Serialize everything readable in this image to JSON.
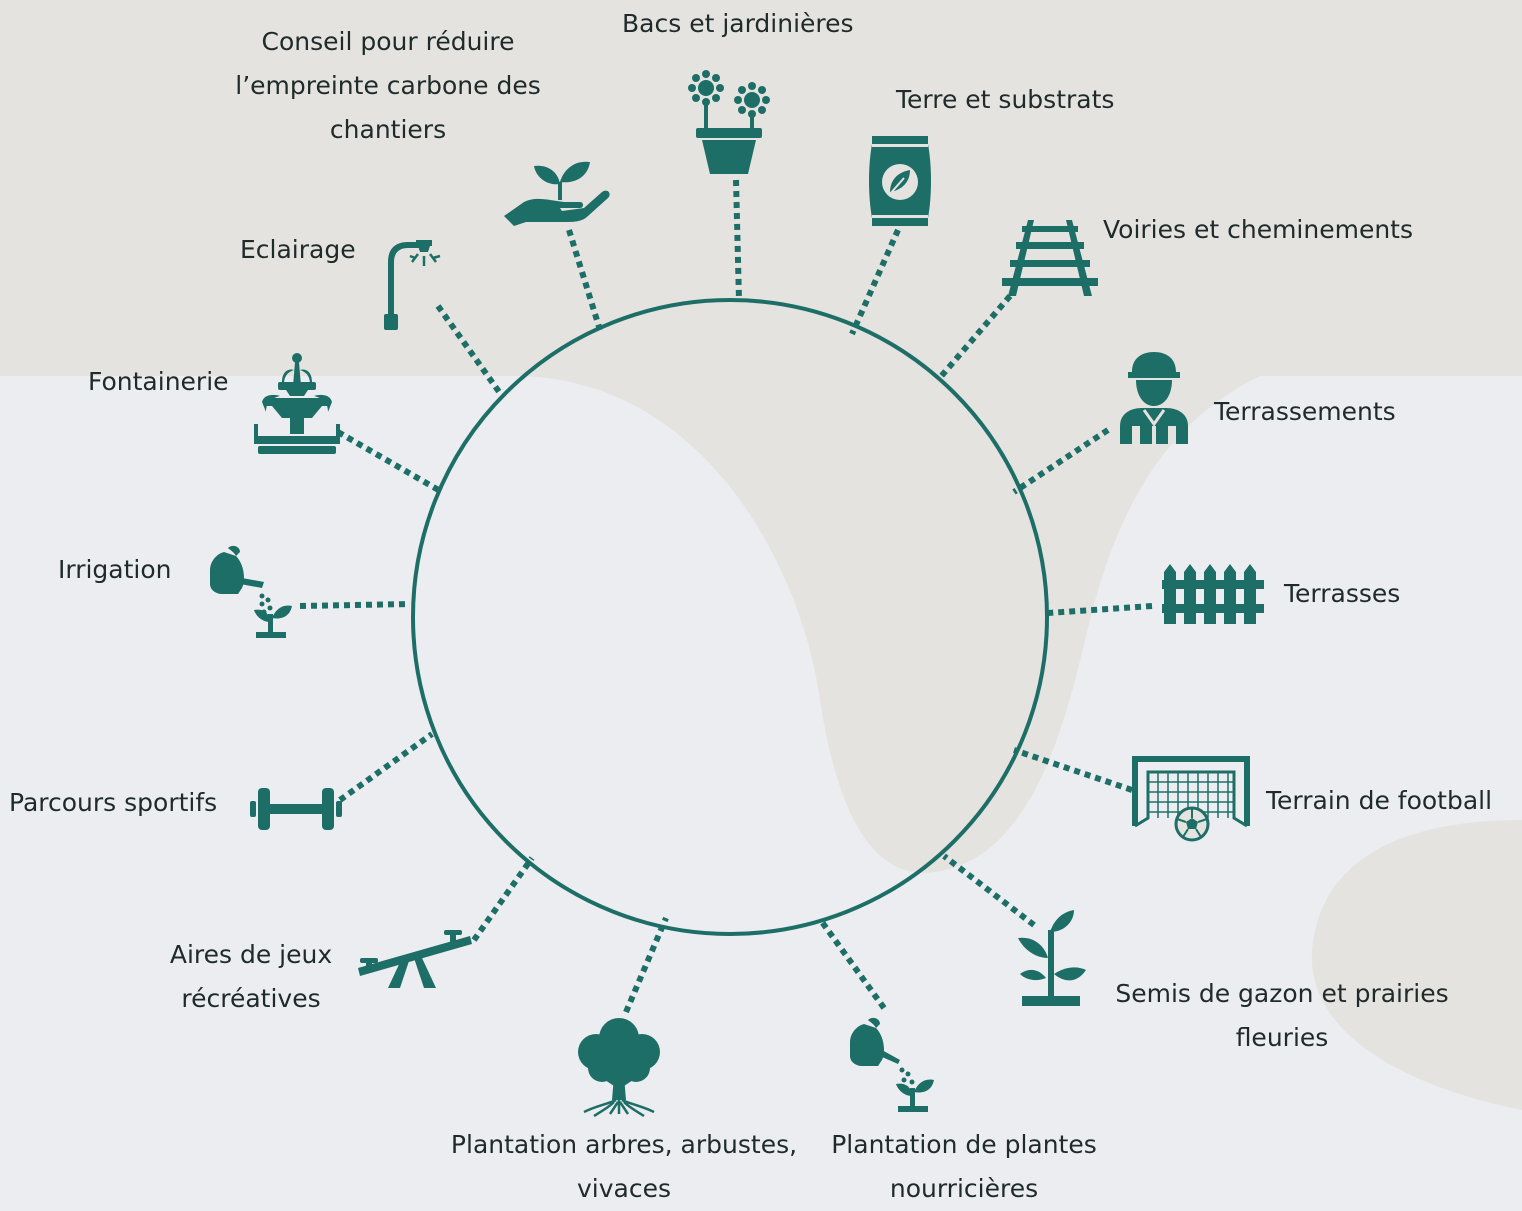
{
  "colors": {
    "teal": "#1e6e68",
    "band": "#e4e3df",
    "background": "#ecedf0",
    "text": "#1f2a2a"
  },
  "services": [
    {
      "key": "conseil",
      "lines": [
        "Conseil pour réduire",
        "l’empreinte carbone des",
        "chantiers"
      ],
      "icon": "hand-sprout-icon"
    },
    {
      "key": "bacs",
      "lines": [
        "Bacs et jardinières"
      ],
      "icon": "flower-pot-icon"
    },
    {
      "key": "terre",
      "lines": [
        "Terre et substrats"
      ],
      "icon": "soil-bag-icon"
    },
    {
      "key": "voiries",
      "lines": [
        "Voiries et cheminements"
      ],
      "icon": "rail-track-icon"
    },
    {
      "key": "terrassements",
      "lines": [
        "Terrassements"
      ],
      "icon": "worker-icon"
    },
    {
      "key": "terrasses",
      "lines": [
        "Terrasses"
      ],
      "icon": "fence-icon"
    },
    {
      "key": "football",
      "lines": [
        "Terrain de football"
      ],
      "icon": "football-goal-icon"
    },
    {
      "key": "semis",
      "lines": [
        "Semis de gazon et prairies",
        "fleuries"
      ],
      "icon": "seedling-icon"
    },
    {
      "key": "nourricieres",
      "lines": [
        "Plantation de plantes",
        "nourricières"
      ],
      "icon": "watering-plant-icon"
    },
    {
      "key": "arbres",
      "lines": [
        "Plantation arbres, arbustes,",
        "vivaces"
      ],
      "icon": "tree-icon"
    },
    {
      "key": "aires",
      "lines": [
        "Aires de jeux",
        "récréatives"
      ],
      "icon": "seesaw-icon"
    },
    {
      "key": "parcours",
      "lines": [
        "Parcours sportifs"
      ],
      "icon": "dumbbell-icon"
    },
    {
      "key": "irrigation",
      "lines": [
        "Irrigation"
      ],
      "icon": "watering-can-icon"
    },
    {
      "key": "fontainerie",
      "lines": [
        "Fontainerie"
      ],
      "icon": "fountain-icon"
    },
    {
      "key": "eclairage",
      "lines": [
        "Eclairage"
      ],
      "icon": "street-lamp-icon"
    }
  ]
}
